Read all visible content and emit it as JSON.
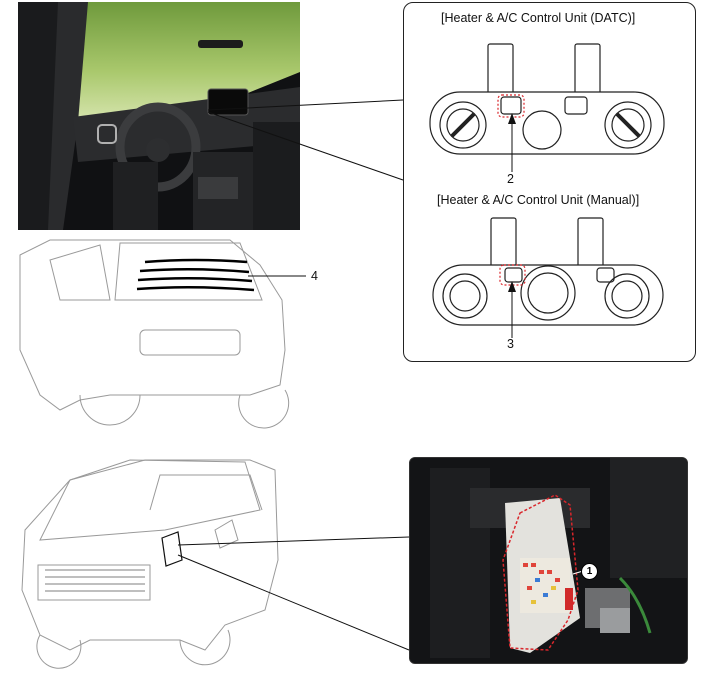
{
  "captions": {
    "datc": "[Heater & A/C Control Unit (DATC)]",
    "manual": "[Heater & A/C Control Unit (Manual)]"
  },
  "callouts": {
    "datc_switch": "2",
    "manual_switch": "3",
    "rear_defogger": "4",
    "fuse_box": "1"
  },
  "colors": {
    "leader_line": "#111111",
    "highlight_dash": "#d9262b",
    "grille_lines": "#000000"
  }
}
